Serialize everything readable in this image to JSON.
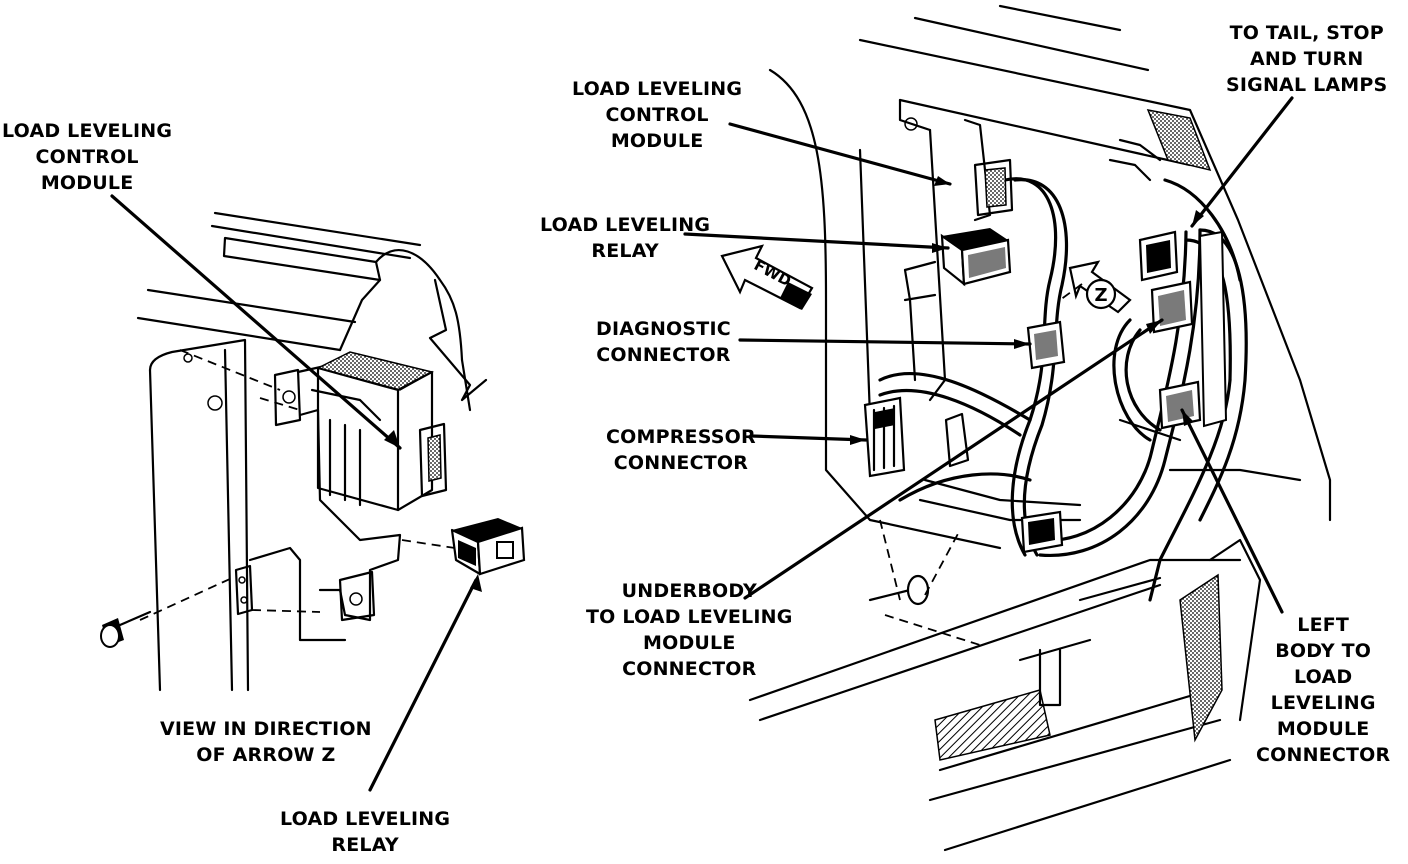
{
  "labels": {
    "left_module": [
      "LOAD LEVELING",
      "CONTROL",
      "MODULE"
    ],
    "left_view": [
      "VIEW IN DIRECTION",
      "OF ARROW Z"
    ],
    "left_relay": [
      "LOAD LEVELING",
      "RELAY"
    ],
    "right_module": [
      "LOAD LEVELING",
      "CONTROL",
      "MODULE"
    ],
    "right_relay": [
      "LOAD LEVELING",
      "RELAY"
    ],
    "diagnostic": [
      "DIAGNOSTIC",
      "CONNECTOR"
    ],
    "compressor": [
      "COMPRESSOR",
      "CONNECTOR"
    ],
    "underbody": [
      "UNDERBODY",
      "TO LOAD LEVELING",
      "MODULE",
      "CONNECTOR"
    ],
    "tail": [
      "TO TAIL, STOP",
      "AND TURN",
      "SIGNAL LAMPS"
    ],
    "left_body": [
      "LEFT",
      "BODY TO",
      "LOAD",
      "LEVELING",
      "MODULE",
      "CONNECTOR"
    ]
  },
  "callouts": {
    "fwd": "FWD",
    "arrow_z": "Z"
  },
  "icons": [
    "fwd-arrow-icon",
    "arrow-z-icon",
    "bolt-icon"
  ]
}
